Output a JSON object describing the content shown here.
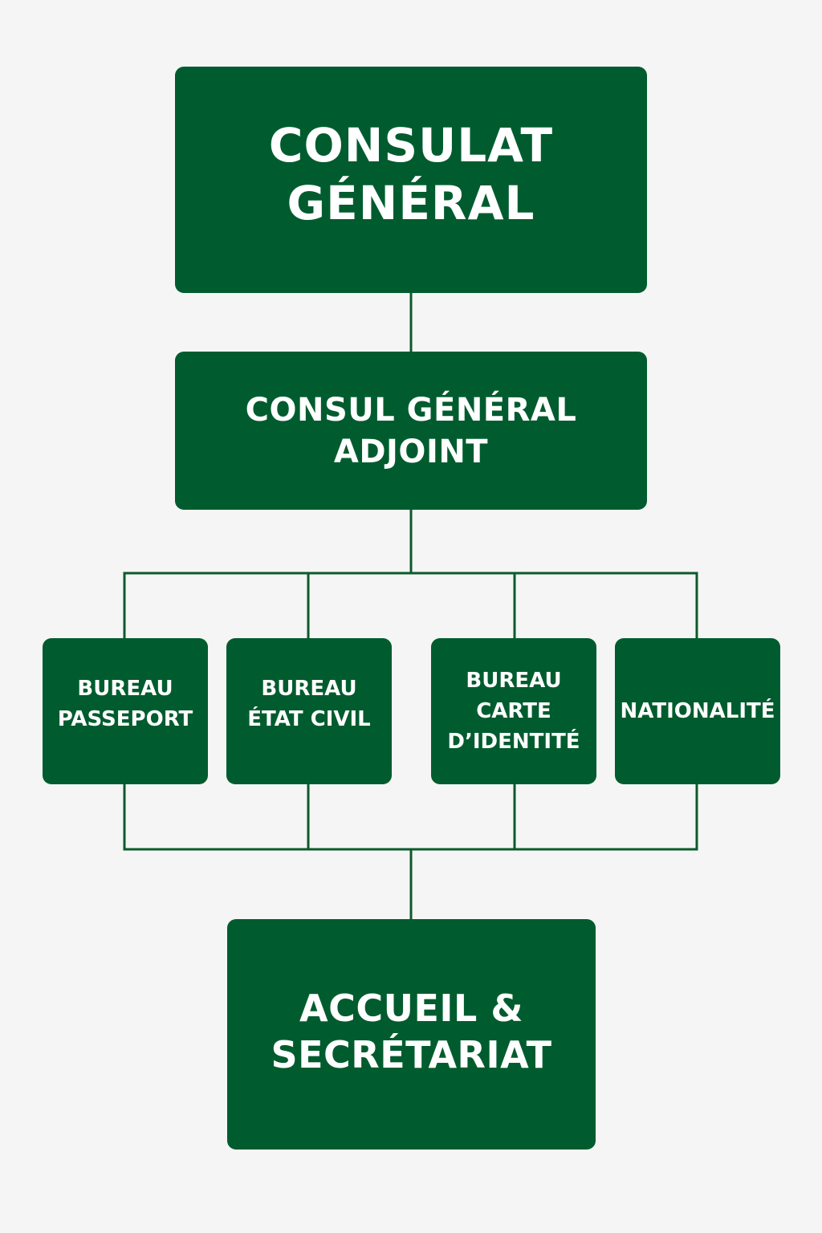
{
  "diagram": {
    "type": "org-chart",
    "colors": {
      "background": "#f5f5f5",
      "box_fill": "#005c2e",
      "box_text": "#ffffff",
      "connector": "#0c5a2c"
    },
    "nodes": {
      "top": {
        "label": "CONSULAT\nGÉNÉRAL"
      },
      "deputy": {
        "label": "CONSUL GÉNÉRAL\nADJOINT"
      },
      "departments": [
        {
          "label": "BUREAU\nPASSEPORT"
        },
        {
          "label": "BUREAU\nÉTAT CIVIL"
        },
        {
          "label": "BUREAU\nCARTE\nD’IDENTITÉ"
        },
        {
          "label": "NATIONALITÉ"
        }
      ],
      "bottom": {
        "label": "ACCUEIL &\nSECRÉTARIAT"
      }
    },
    "edges": [
      {
        "from": "CONSULAT GÉNÉRAL",
        "to": "CONSUL GÉNÉRAL ADJOINT"
      },
      {
        "from": "CONSUL GÉNÉRAL ADJOINT",
        "to": "BUREAU PASSEPORT"
      },
      {
        "from": "CONSUL GÉNÉRAL ADJOINT",
        "to": "BUREAU ÉTAT CIVIL"
      },
      {
        "from": "CONSUL GÉNÉRAL ADJOINT",
        "to": "BUREAU CARTE D’IDENTITÉ"
      },
      {
        "from": "CONSUL GÉNÉRAL ADJOINT",
        "to": "NATIONALITÉ"
      },
      {
        "from": "BUREAU PASSEPORT",
        "to": "ACCUEIL & SECRÉTARIAT"
      },
      {
        "from": "BUREAU ÉTAT CIVIL",
        "to": "ACCUEIL & SECRÉTARIAT"
      },
      {
        "from": "BUREAU CARTE D’IDENTITÉ",
        "to": "ACCUEIL & SECRÉTARIAT"
      },
      {
        "from": "NATIONALITÉ",
        "to": "ACCUEIL & SECRÉTARIAT"
      }
    ]
  }
}
